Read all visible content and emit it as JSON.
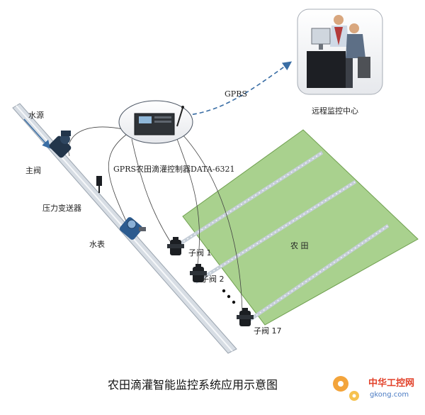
{
  "labels": {
    "water_source": "水源",
    "main_valve": "主阀",
    "pressure_transmitter": "压力变送器",
    "water_meter": "水表",
    "controller": "GPRS农田滴灌控制器DATA-6321",
    "gprs": "GPRS",
    "remote_center": "远程监控中心",
    "field": "农 田",
    "sub_valve_1": "子阀 1",
    "sub_valve_2": "子阀 2",
    "sub_valve_17": "子阀 17"
  },
  "caption": "农田滴灌智能监控系统应用示意图",
  "watermark": {
    "brand": "中华工控网",
    "site": "gkong.com"
  },
  "colors": {
    "field_fill": "#a9d18e",
    "field_stroke": "#6f9f4f",
    "pipe": "#dfe4ea",
    "device": "#22354a",
    "arrow": "#3a6ea5"
  },
  "icons": [
    "main-valve-icon",
    "water-meter-icon",
    "controller-device-icon",
    "monitoring-center-icon",
    "sub-valve-icon",
    "gear-logo-icon"
  ]
}
